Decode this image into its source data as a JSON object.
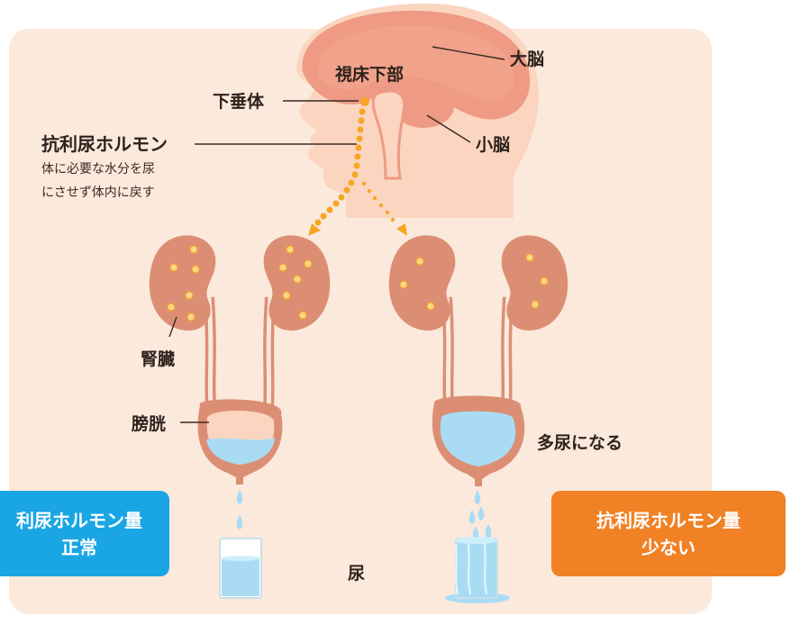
{
  "labels": {
    "hypothalamus": "視床下部",
    "cerebrum": "大脳",
    "pituitary": "下垂体",
    "cerebellum": "小脳",
    "adh_title": "抗利尿ホルモン",
    "adh_desc_line1": "体に必要な水分を尿",
    "adh_desc_line2": "にさせず体内に戻す",
    "kidney": "腎臓",
    "bladder": "膀胱",
    "polyuria": "多尿になる",
    "urine": "尿"
  },
  "badges": {
    "normal": {
      "line1": "利尿ホルモン量",
      "line2": "正常",
      "color": "#1aa6e4"
    },
    "low": {
      "line1": "抗利尿ホルモン量",
      "line2": "少ない",
      "color": "#f08125"
    }
  },
  "colors": {
    "background_panel": "#fbe9dc",
    "brain": "#ee9a84",
    "skin": "#fbd5bf",
    "kidney": "#dc8e74",
    "hormone_dots": "#f6a623",
    "water": "#a9dcf4"
  }
}
